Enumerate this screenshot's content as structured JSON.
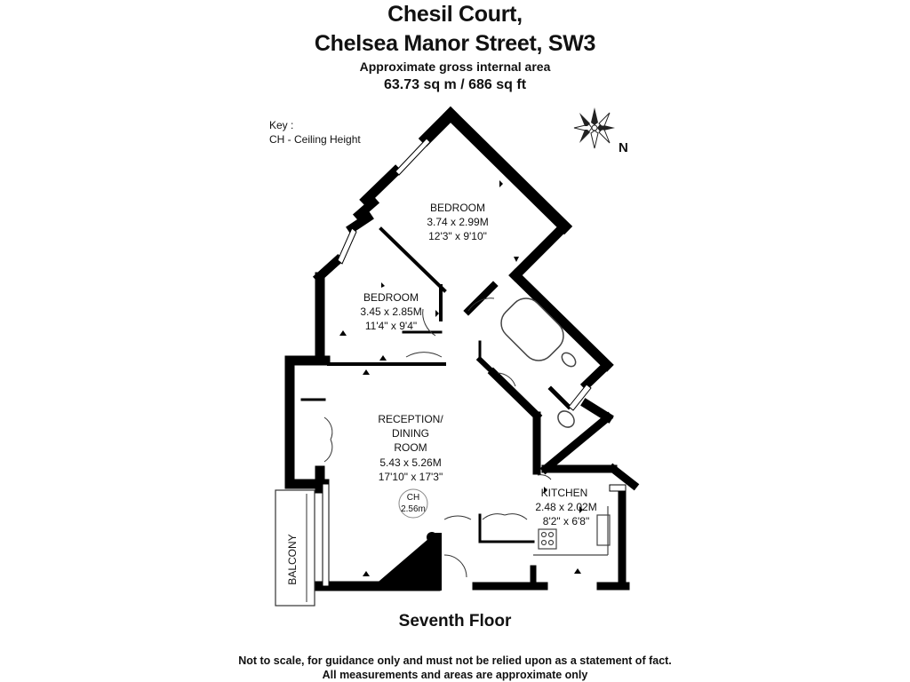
{
  "header": {
    "title_line1": "Chesil Court,",
    "title_line2": "Chelsea Manor Street, SW3",
    "subtitle": "Approximate gross internal area",
    "area": "63.73 sq m / 686 sq ft"
  },
  "key": {
    "heading": "Key :",
    "item": "CH - Ceiling Height"
  },
  "compass": {
    "label": "N"
  },
  "rooms": {
    "bedroom1": {
      "name": "BEDROOM",
      "metric": "3.74 x 2.99M",
      "imperial": "12'3\" x 9'10\""
    },
    "bedroom2": {
      "name": "BEDROOM",
      "metric": "3.45 x 2.85M",
      "imperial": "11'4\" x 9'4\""
    },
    "reception": {
      "name_line1": "RECEPTION/",
      "name_line2": "DINING",
      "name_line3": "ROOM",
      "metric": "5.43 x 5.26M",
      "imperial": "17'10\" x 17'3\""
    },
    "kitchen": {
      "name": "KITCHEN",
      "metric": "2.48 x 2.02M",
      "imperial": "8'2\" x 6'8\""
    },
    "balcony": {
      "name": "BALCONY"
    }
  },
  "ceiling_height": {
    "label": "CH",
    "value": "2.56m"
  },
  "floor_label": "Seventh Floor",
  "disclaimer": {
    "line1": "Not to scale, for guidance only and must not be relied upon as a statement of fact.",
    "line2": "All measurements and areas are approximate only"
  },
  "colors": {
    "wall": "#000000",
    "background": "#ffffff",
    "fixture": "#444444"
  }
}
